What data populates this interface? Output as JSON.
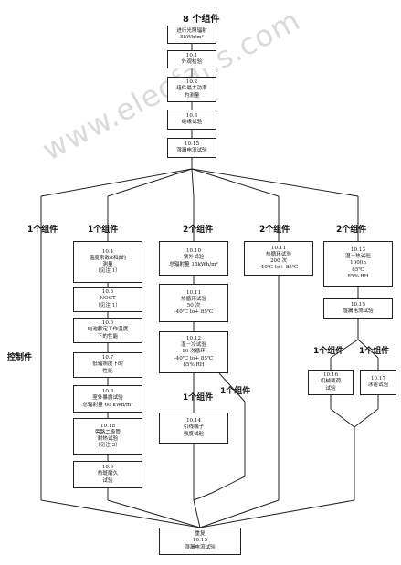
{
  "title": "8 个组件",
  "watermark": "www.elecfans.com",
  "side_label": "控制件",
  "top_chain": [
    {
      "id": "b0",
      "lines": [
        "进行光照辐射",
        "5kWh/m²"
      ]
    },
    {
      "id": "b1",
      "lines": [
        "10.1",
        "外观检验"
      ]
    },
    {
      "id": "b2",
      "lines": [
        "10.2",
        "组件最大功率",
        "的测量"
      ]
    },
    {
      "id": "b3",
      "lines": [
        "10.3",
        "绝缘试验"
      ]
    },
    {
      "id": "b4",
      "lines": [
        "10.15",
        "湿漏电流试验"
      ]
    }
  ],
  "branch_labels": {
    "control": "1个组件",
    "col1": "1个组件",
    "col2": "2个组件",
    "col3": "2个组件",
    "col4": "2个组件",
    "col2_sub_a": "1个组件",
    "col2_sub_b": "1个组件",
    "col4_sub_a": "1个组件",
    "col4_sub_b": "1个组件"
  },
  "col1": [
    {
      "id": "c1a",
      "lines": [
        "10.4",
        "温度系数α和β的",
        "测量",
        "（见注 1）"
      ]
    },
    {
      "id": "c1b",
      "lines": [
        "10.5",
        "NOCT",
        "（见注 1）"
      ]
    },
    {
      "id": "c1c",
      "lines": [
        "10.6",
        "电池额定工作温度",
        "下的性能"
      ]
    },
    {
      "id": "c1d",
      "lines": [
        "10.7",
        "低辐照度下的",
        "性能"
      ]
    },
    {
      "id": "c1e",
      "lines": [
        "10.8",
        "室外暴露试验",
        "总辐射量 60 kWh/m²"
      ]
    },
    {
      "id": "c1f",
      "lines": [
        "10.18",
        "旁路二极管",
        "耐热试验",
        "（见注 2）"
      ]
    },
    {
      "id": "c1g",
      "lines": [
        "10.9",
        "热斑耐久",
        "试验"
      ]
    }
  ],
  "col2": [
    {
      "id": "c2a",
      "lines": [
        "10.10",
        "紫外试验",
        "总辐射量 15kWh/m²"
      ]
    },
    {
      "id": "c2b",
      "lines": [
        "10.11",
        "热循环试验",
        "50 次",
        "-40℃ to+ 85℃"
      ]
    },
    {
      "id": "c2c",
      "lines": [
        "10.12",
        "湿－冷试验",
        "10 次循环",
        "-40℃ to+ 85℃",
        "85% RH"
      ]
    },
    {
      "id": "c2d",
      "lines": [
        "10.14",
        "引线端子",
        "强度试验"
      ]
    }
  ],
  "col3": [
    {
      "id": "c3a",
      "lines": [
        "10.11",
        "热循环试验",
        "200 次",
        "-40℃ to+ 85℃"
      ]
    }
  ],
  "col4": [
    {
      "id": "c4a",
      "lines": [
        "10.13",
        "湿－热试验",
        "1000h",
        "85℃",
        "85% RH"
      ]
    },
    {
      "id": "c4b",
      "lines": [
        "10.15",
        "湿漏电流试验"
      ]
    },
    {
      "id": "c4c",
      "lines": [
        "10.16",
        "机械载荷",
        "试验"
      ]
    },
    {
      "id": "c4d",
      "lines": [
        "10.17",
        "冰雹试验"
      ]
    }
  ],
  "final": {
    "id": "fin",
    "lines": [
      "重复",
      "10.15",
      "湿漏电流试验"
    ]
  }
}
